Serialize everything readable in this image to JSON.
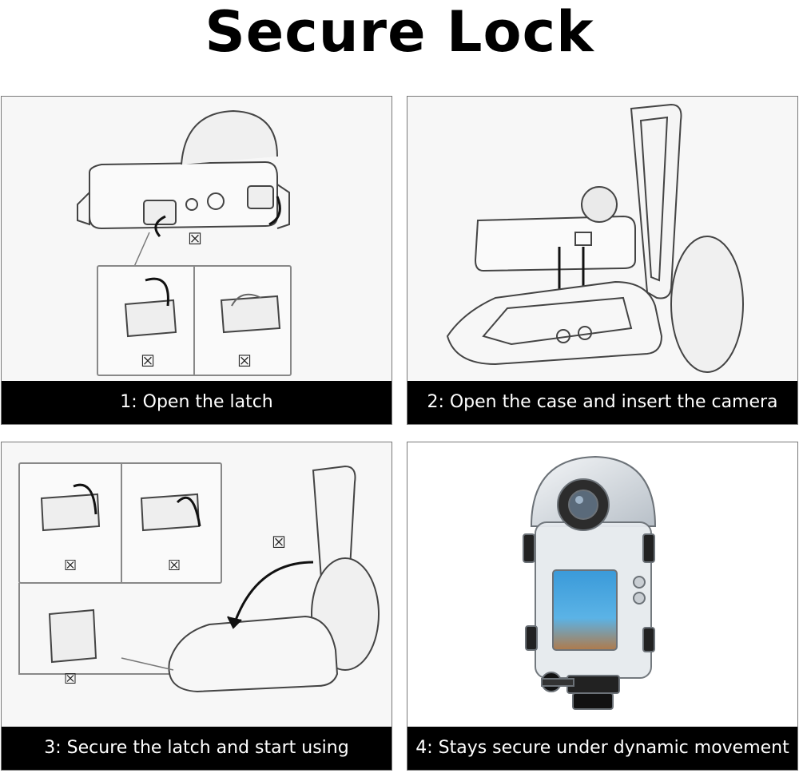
{
  "title": "Secure Lock",
  "panels": [
    {
      "caption": "1: Open the latch"
    },
    {
      "caption": "2: Open the case and insert the camera"
    },
    {
      "caption": "3: Secure the latch and start using"
    },
    {
      "caption": "4: Stays secure under dynamic movement"
    }
  ],
  "marker": "☒",
  "colors": {
    "caption_bg": "#000000",
    "caption_text": "#ffffff",
    "panel_bg": "#f7f7f7"
  }
}
